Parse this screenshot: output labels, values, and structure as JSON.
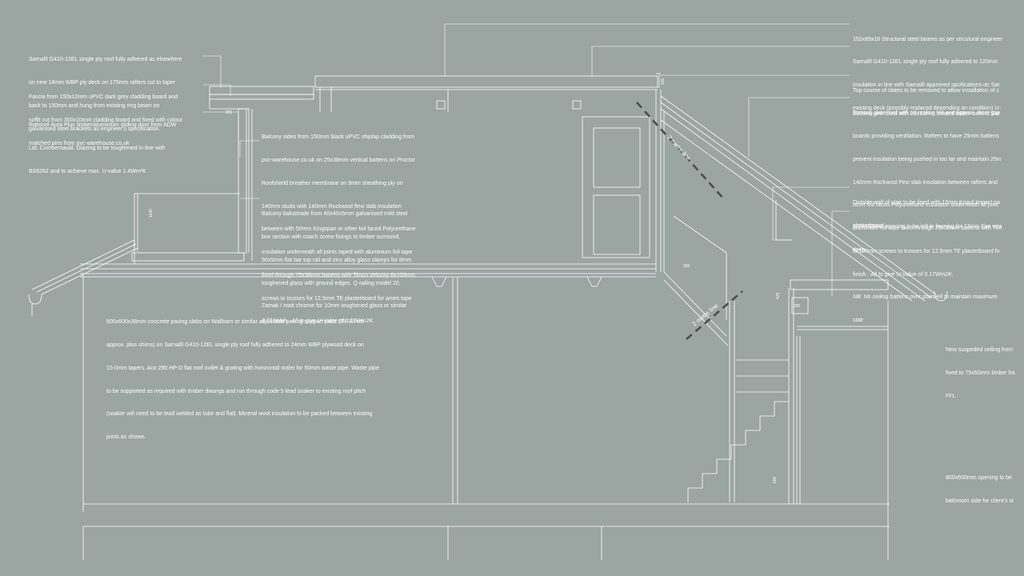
{
  "notes": {
    "steel_beams": "152x89x16 Structural steel beams as per strcutural engineer",
    "roof_main": [
      "Sarnafil G410-12EL single ply roof fully adhered to 120mm",
      "insulation in line with Sarnafil approved spcifications on Sar",
      "existing deck (possibly replaced depending on condition) U-"
    ],
    "slates": [
      "Top course of slates to be removed to allow installation of c",
      "300mm girth fixed with 25x12mm treated batten behind Sar"
    ],
    "existing_slate": [
      "Existing slate roof with no roofing felt and approx. 3mm gap",
      "boards providing ventilation. Rafters to have 25mm battens",
      "prevent insulation being pushed in too far and maintain 25m",
      "140mm Rockwool Fexi slab insulation between rafters and",
      "other foil faced Polyurethane insulation underneath all joint",
      "aluminium foil tape fixed through 25x38mm battens with Tim",
      "6x100mm screws to trusses for 12.5mm TE plasterboard fo",
      "finish."
    ],
    "existing_slate_uvalue": "All to give U-Value of 0.17Wm2K.",
    "existing_slate_nb": [
      "NB: No ceiling battens over stairwell to maintain maximum",
      "stair"
    ],
    "stair_wall": [
      "Outside wall of stair to be lined with 15mm Knauf Impact pa",
      "plasterboard"
    ],
    "opening_550": [
      "550x450mm opening to be left in framing for 12mm Fire reta",
      "deep"
    ],
    "ceiling": [
      "New suspeded ceiling from",
      "fixed to 75x50mm timber fra",
      "FFL"
    ],
    "opening_800": [
      "800x600mm opening to be",
      "bathroom side for client's st"
    ],
    "sarnafil_left": [
      "Sarnafil G410-12EL single ply roof fully adhered as elsewhere",
      "on new 18mm WBP ply deck on 175mm rafters cut to taper",
      "back to 150mm and hung from existing ring beam on",
      "galvanised steel brackets as engineer's specification."
    ],
    "fascia": [
      "Fascia from 150x10mm uPVC dark grey cladding board and",
      "soffit cut from 300x10mm cladding board and fixed with colour",
      "matched pins from pvc-warehouse.co.uk"
    ],
    "rationel": [
      "Rationel Aura Plus timber/aluminium sliding door from ADW",
      "Ltd. Cumbernauld. Glazing to be toughened in line with",
      "BS6262 and to achieve max. U-value 1.4Wm²K"
    ],
    "balcony_sides": [
      "Balcony sides from 150mm black uPVC shiplap cladding from",
      "pvc-warehouse.co.uk on 25x38mm vertical battens on Proctor",
      "Roofshield breather membrane on 9mm sheathing ply on",
      "140mm studs with 140mm Rockwool flexi slab insulation",
      "between with 50mm Kingspan or other foil faced Polyurethane",
      "insulation underneath all joints taped with aluminium foil tape",
      "fixed through 25x38mm battens with Timco Velocity 6x100mm",
      "screws to trusses for 12.5mm TE plasterboard for ames tape"
    ],
    "balcony_sides_last": "& fill finish.",
    "balcony_sides_uvalue": "All to give U-Value of 0.17Wm2K.",
    "balustrade": [
      "Balcony balustrade from 40x40x5mm galvanised mild steel",
      "box section with coach screw fixings to timber surround,",
      "50x5mm flat bar top rail and zinc alloy glass clamps for 8mm",
      "toughened glass with ground edges. Q-railing model 20,",
      "Zamak / matt chrome for 10mm toughened glass or similar"
    ],
    "paving": [
      "600x600x38mm concrete paving slabs on Wallbarn or similar adjustable paving support pads (28-37mm",
      "approx. plus shims) on Sarnafil G410-12EL single ply roof fully adhered to 24mm WBP plywood deck on",
      "15-0mm tapers. Aco 290 HP-D flat roof outlet & grating with horizontal outlet for 50mm waste pipe. Waste pipe",
      "to be supported as required with timber dwangs and run through code 5 lead soaker to existing roof pitch",
      "(soaker will need to be lead welded as tube and flat). Mineral wool insulation to be packed between existing",
      "joists as shown."
    ]
  },
  "diagram": {
    "two_metre_label": "2 metre line",
    "dims": {
      "d265": "265",
      "d1100": "1100",
      "d150": "150",
      "d300": "300",
      "d425": "425",
      "d290": "290",
      "d600": "600"
    }
  },
  "colors": {
    "background": "#9ba5a2",
    "line": "#ffffff",
    "dashed": "#4a4f4f"
  }
}
